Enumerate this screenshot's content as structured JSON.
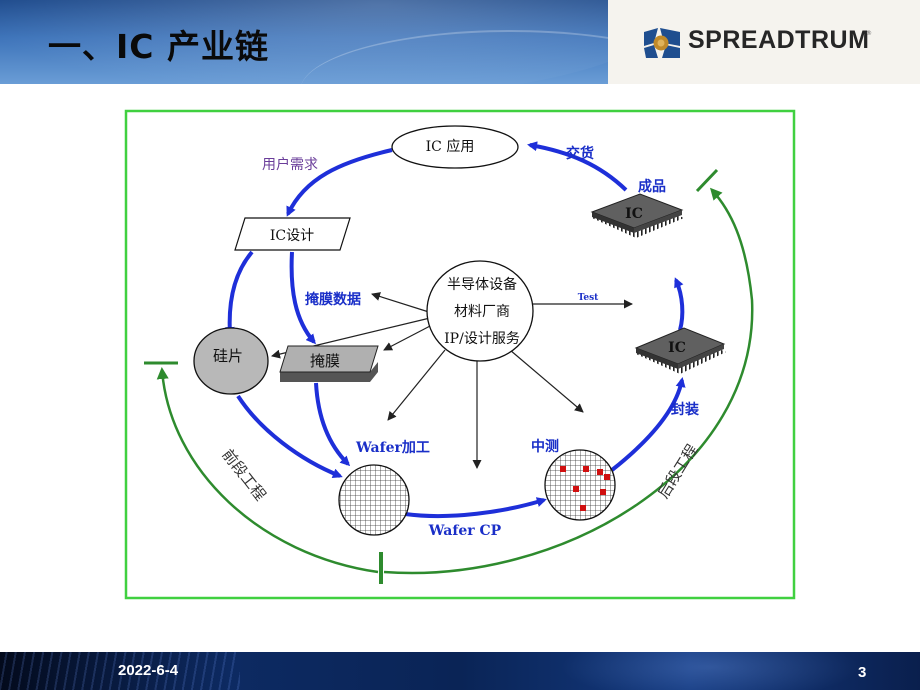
{
  "slide": {
    "title": "一、IC 产业链",
    "logo": {
      "text": "SPREADTRUM",
      "trademark": "®"
    },
    "footer": {
      "date": "2022-6-4",
      "page": "3"
    }
  },
  "diagram": {
    "nodes": {
      "ic_app": "IC 应用",
      "ic_design": "IC设计",
      "wafer": "硅片",
      "mask": "掩膜",
      "center": [
        "半导体设备",
        "材料厂商",
        "IP/设计服务"
      ],
      "ic_package": "IC",
      "ic_product": "IC"
    },
    "edge_labels": {
      "user_demand": "用户需求",
      "mask_data": "掩膜数据",
      "wafer_process": "Wafer加工",
      "wafer_cp": "Wafer CP",
      "mid_test": "中测",
      "package": "封装",
      "product": "成品",
      "delivery": "交货",
      "test": "Test"
    },
    "stage_labels": {
      "front_end": "前段工程",
      "back_end": "后段工程"
    },
    "colors": {
      "flow_arrow": "#1e2fd9",
      "stage_arrow": "#2e8b2e",
      "frame": "#40d040",
      "label_blue": "#1a2fc8",
      "label_purple": "#6a3d9a",
      "defect": "#d01010"
    }
  }
}
